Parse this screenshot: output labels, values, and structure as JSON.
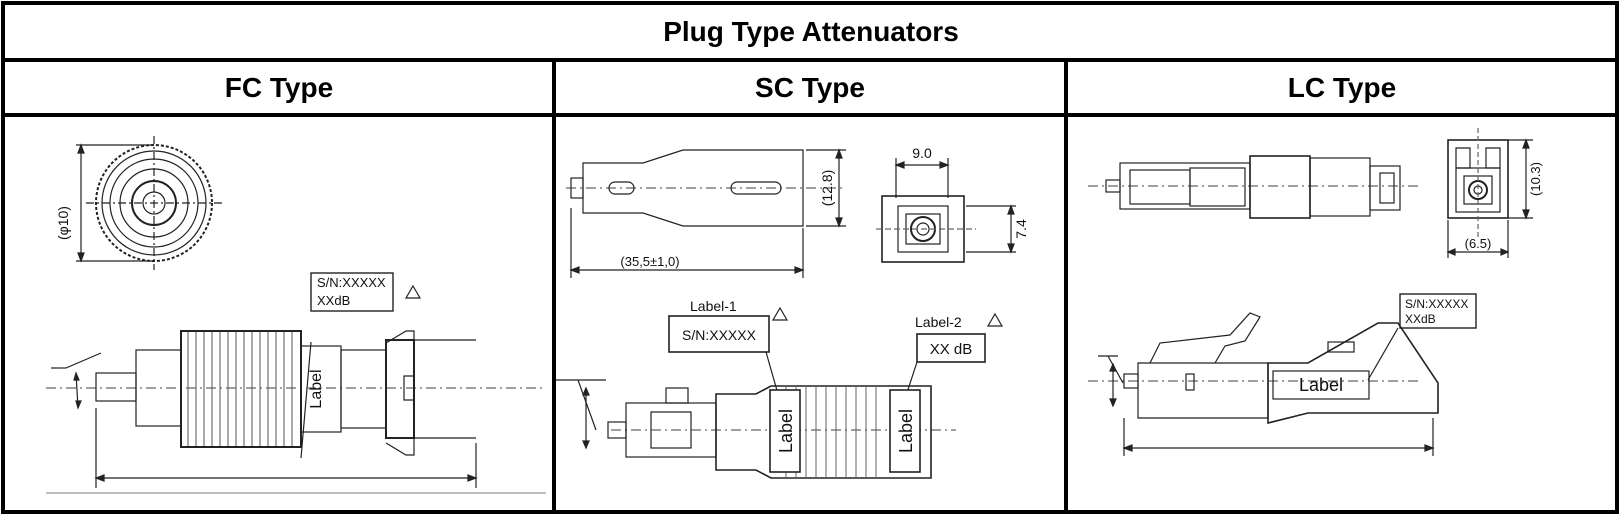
{
  "title": "Plug Type Attenuators",
  "columns": [
    {
      "heading": "FC Type",
      "dims": {
        "diameter": "(φ10)"
      },
      "sn_label": {
        "serial": "S/N:XXXXX",
        "value": "XXdB"
      },
      "body_label": "Label"
    },
    {
      "heading": "SC Type",
      "dims": {
        "length": "(35,5±1,0)",
        "height": "(12.8)",
        "width": "9.0",
        "offset": "7.4"
      },
      "label1": {
        "title": "Label-1",
        "text": "S/N:XXXXX"
      },
      "label2": {
        "title": "Label-2",
        "text": "XX dB"
      },
      "body_label_1": "Label",
      "body_label_2": "Label"
    },
    {
      "heading": "LC Type",
      "dims": {
        "height": "(10.3)",
        "width": "(6.5)"
      },
      "sn_label": {
        "serial": "S/N:XXXXX",
        "value": "XXdB"
      },
      "body_label": "Label"
    }
  ]
}
